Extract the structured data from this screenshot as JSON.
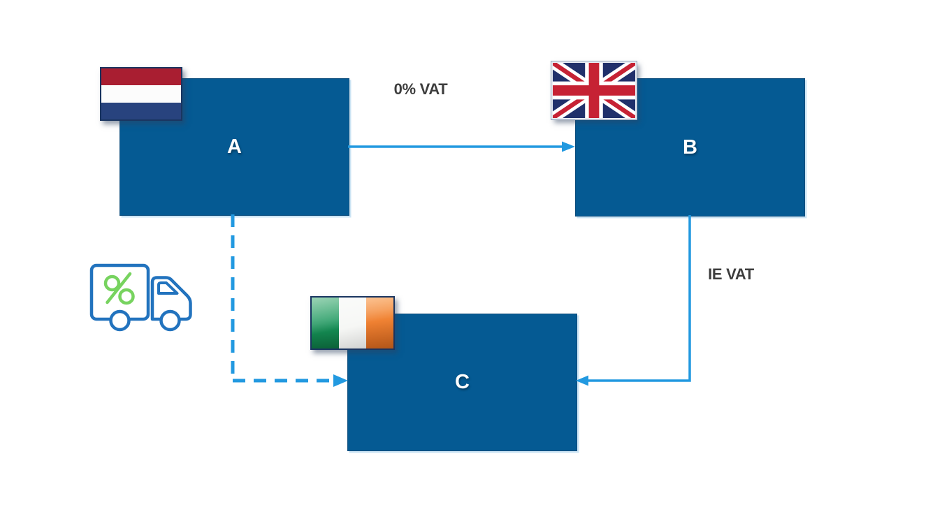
{
  "diagram": {
    "nodes": [
      {
        "id": "A",
        "label": "A",
        "flag_icon": "netherlands-flag"
      },
      {
        "id": "B",
        "label": "B",
        "flag_icon": "united-kingdom-flag"
      },
      {
        "id": "C",
        "label": "C",
        "flag_icon": "ireland-flag"
      }
    ],
    "edges": [
      {
        "from": "A",
        "to": "B",
        "label": "0% VAT",
        "style": "solid"
      },
      {
        "from": "B",
        "to": "C",
        "label": "IE VAT",
        "style": "solid-elbow"
      },
      {
        "from": "A",
        "to": "C",
        "label": "",
        "style": "dashed-elbow"
      }
    ],
    "icons": {
      "truck": "truck-with-percent-icon",
      "flags": [
        "netherlands-flag-icon",
        "united-kingdom-flag-icon",
        "ireland-flag-icon"
      ]
    }
  },
  "colors": {
    "node-fill": "#055A93",
    "node-border": "#0d4d7d",
    "node-text": "#ffffff",
    "arrow": "#2299E0",
    "edge-label": "#3d3d3d",
    "truck-outline": "#2273BE",
    "percent-green": "#77D35F",
    "nl-red": "#A91E31",
    "nl-white": "#FCFCFC",
    "nl-blue": "#28437E",
    "uk-blue": "#20306B",
    "uk-red": "#C62234",
    "ie-green": "#17955A",
    "ie-white": "#F6F7F5",
    "ie-orange": "#F08233",
    "flag-border-dark": "#1A3560"
  }
}
